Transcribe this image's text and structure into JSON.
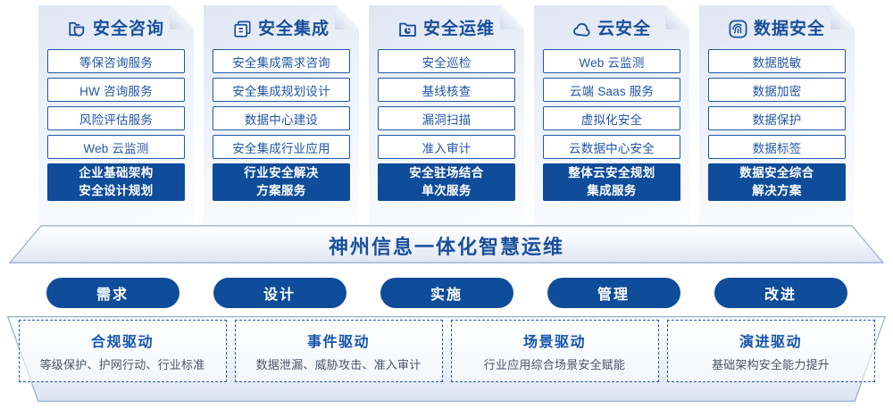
{
  "columns": [
    {
      "icon": "folder-shield-icon",
      "title": "安全咨询",
      "items": [
        "等保咨询服务",
        "HW 咨询服务",
        "风险评估服务",
        "Web 云监测"
      ],
      "footer_line1": "企业基础架构",
      "footer_line2": "安全设计规划"
    },
    {
      "icon": "stacked-servers-icon",
      "title": "安全集成",
      "items": [
        "安全集成需求咨询",
        "安全集成规划设计",
        "数据中心建设",
        "安全集成行业应用"
      ],
      "footer_line1": "行业安全解决",
      "footer_line2": "方案服务"
    },
    {
      "icon": "folder-clock-icon",
      "title": "安全运维",
      "items": [
        "安全巡检",
        "基线核查",
        "漏洞扫描",
        "准入审计"
      ],
      "footer_line1": "安全驻场结合",
      "footer_line2": "单次服务"
    },
    {
      "icon": "cloud-icon",
      "title": "云安全",
      "items": [
        "Web 云监测",
        "云端 Saas 服务",
        "虚拟化安全",
        "云数据中心安全"
      ],
      "footer_line1": "整体云安全规划",
      "footer_line2": "集成服务"
    },
    {
      "icon": "fingerprint-icon",
      "title": "数据安全",
      "items": [
        "数据脱敏",
        "数据加密",
        "数据保护",
        "数据标签"
      ],
      "footer_line1": "数据安全综合",
      "footer_line2": "解决方案"
    }
  ],
  "banner": {
    "text": "神州信息一体化智慧运维"
  },
  "pills": [
    {
      "label": "需求"
    },
    {
      "label": "设计"
    },
    {
      "label": "实施"
    },
    {
      "label": "管理"
    },
    {
      "label": "改进"
    }
  ],
  "drivers": [
    {
      "title": "合规驱动",
      "desc": "等级保护、护网行动、行业标准"
    },
    {
      "title": "事件驱动",
      "desc": "数据泄漏、威胁攻击、准入审计"
    },
    {
      "title": "场景驱动",
      "desc": "行业应用综合场景安全赋能"
    },
    {
      "title": "演进驱动",
      "desc": "基础架构安全能力提升"
    }
  ],
  "colors": {
    "deep_blue": "#0f4c9a",
    "title_blue": "#1a4f9c",
    "border_blue": "#2257a6",
    "panel_light": "#e9eef7",
    "white": "#ffffff"
  }
}
